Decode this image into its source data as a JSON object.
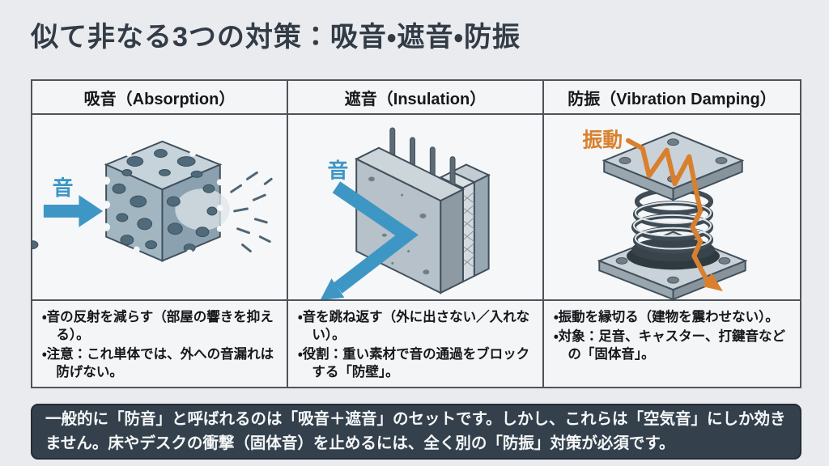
{
  "title": "似て非なる3つの対策：吸音・遮音・防振",
  "table": {
    "columns": [
      {
        "header": "吸音（Absorption）",
        "illustration": "porous-foam-block",
        "arrow_label": "音",
        "bullets": [
          "・音の反射を減らす（部屋の響きを抑える）。",
          "・注意：これ単体では、外への音漏れは防げない。"
        ]
      },
      {
        "header": "遮音（Insulation）",
        "illustration": "concrete-wall-panels",
        "arrow_label": "音",
        "bullets": [
          "・音を跳ね返す（外に出さない／入れない）。",
          "・役割：重い素材で音の通過をブロックする「防壁」。"
        ]
      },
      {
        "header": "防振（Vibration Damping）",
        "illustration": "spring-vibration-isolator",
        "arrow_label": "振動",
        "bullets": [
          "・振動を縁切る（建物を震わせない）。",
          "・対象：足音、キャスター、打鍵音などの「固体音」。"
        ]
      }
    ]
  },
  "banner": {
    "text": "一般的に「防音」と呼ばれるのは「吸音＋遮音」のセットです。しかし、これらは「空気音」にしか効きません。床やデスクの衝撃（固体音）を止めるには、全く別の「防振」対策が必須です。"
  },
  "colors": {
    "page_background": "#e9ebee",
    "cell_background": "#f4f5f7",
    "table_border": "#4d545b",
    "title_text": "#323b46",
    "sound_arrow_blue": "#3e96c5",
    "vibration_arrow_orange": "#d9802e",
    "banner_background": "#34414d",
    "banner_text": "#f5f7f8"
  }
}
